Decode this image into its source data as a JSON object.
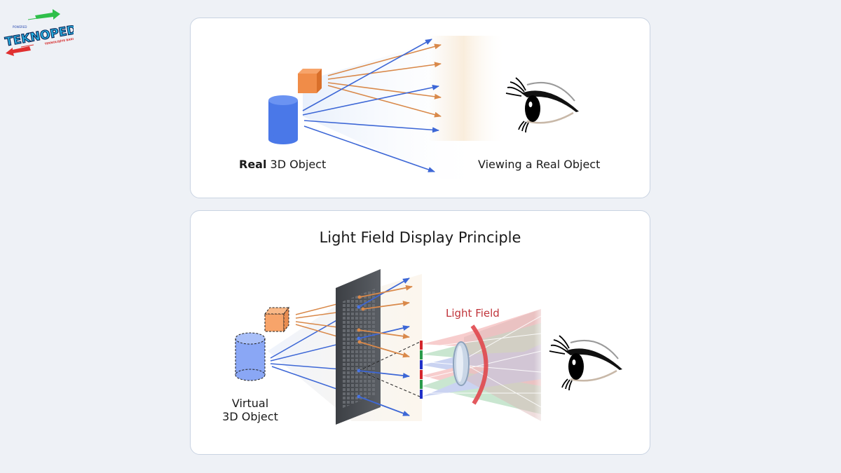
{
  "logo": {
    "brand": "TEKNOPEDYA",
    "tagline_top": "POWERED",
    "tagline_bottom": "TEKNOLOJİYE BAKIŞ AÇISI"
  },
  "top_panel": {
    "object_label_bold": "Real",
    "object_label_rest": " 3D Object",
    "viewer_label": "Viewing a Real Object"
  },
  "bottom_panel": {
    "title": "Light Field Display Principle",
    "object_label_line1": "Virtual",
    "object_label_line2": "3D Object",
    "light_field_label": "Light Field"
  },
  "colors": {
    "background": "#eef1f6",
    "panel_border": "#c9d3e2",
    "blue_ray": "#3d67d6",
    "orange_ray": "#d9894a",
    "cylinder": "#4a78e8",
    "cube": "#f08c48",
    "light_field_red": "#e0474c",
    "subpixel_red": "#d3262c",
    "subpixel_green": "#2a9a4a",
    "subpixel_blue": "#2030c8"
  }
}
